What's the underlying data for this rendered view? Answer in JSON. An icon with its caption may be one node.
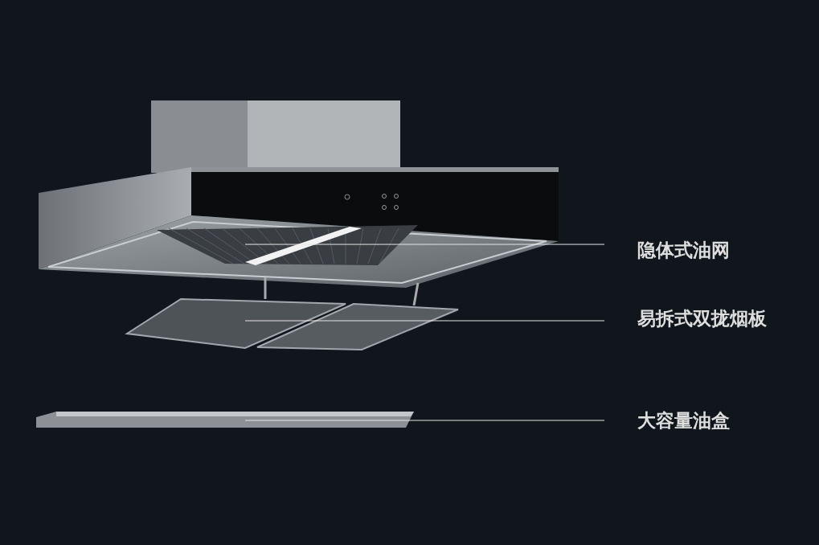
{
  "diagram": {
    "nodes": [
      {
        "text": [
          "隐体式油网"
        ]
      },
      {
        "text": [
          "易拆式双拢烟板"
        ]
      },
      {
        "text": [
          "大容量油盒"
        ]
      },
      {
        "text": [],
        "shape": "picture"
      },
      {
        "text": [],
        "shape": "picture"
      },
      {
        "text": [],
        "shape": "picture"
      }
    ],
    "edges": [
      {
        "from": 0,
        "to": 3,
        "arrow": "none"
      },
      {
        "from": 1,
        "to": 4,
        "arrow": "none"
      },
      {
        "from": 2,
        "to": 5,
        "arrow": "none"
      }
    ]
  }
}
